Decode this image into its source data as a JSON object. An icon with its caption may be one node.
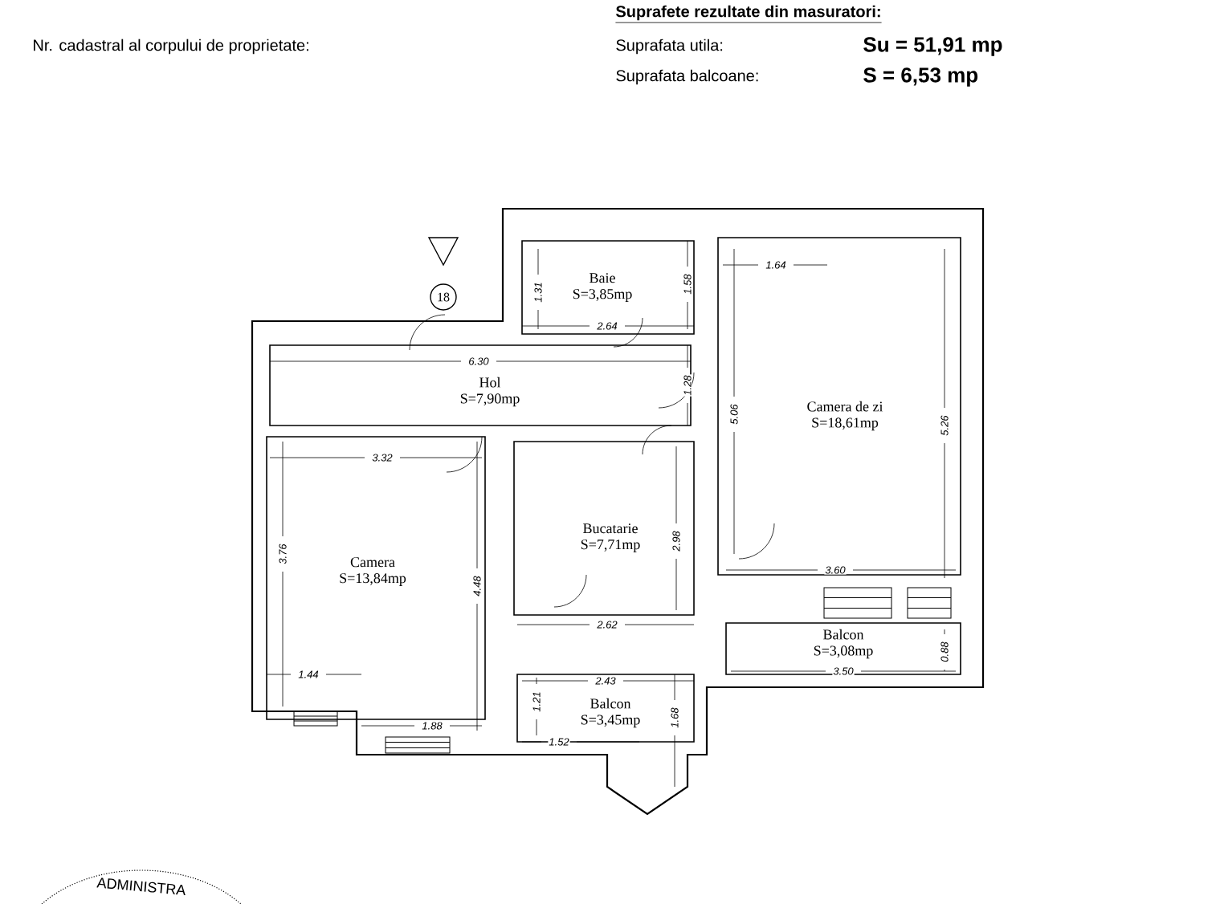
{
  "diagram": {
    "nodes": [
      {
        "text": [
          "Baie",
          "S=3,85mp"
        ]
      },
      {
        "text": [
          "Hol",
          "S=7,90mp"
        ]
      },
      {
        "text": [
          "Camera de zi",
          "S=18,61mp"
        ]
      },
      {
        "text": [
          "Camera",
          "S=13,84mp"
        ]
      },
      {
        "text": [
          "Bucatarie",
          "S=7,71mp"
        ]
      },
      {
        "text": [
          "Balcon",
          "S=3,08mp"
        ]
      },
      {
        "text": [
          "Balcon",
          "S=3,45mp"
        ]
      }
    ],
    "labels": [
      "Nr. cadastral al corpului de proprietate:",
      "Suprafete rezultate din masuratori:",
      "Suprafata utila:",
      "Su = 51,91 mp",
      "Suprafata balcoane:",
      "S = 6,53 mp",
      "18",
      "1.64",
      "1.58",
      "1.31",
      "2.64",
      "6.30",
      "1.28",
      "5.06",
      "5.26",
      "3.32",
      "2.98",
      "3.76",
      "3.60",
      "4.48",
      "2.62",
      "0.88",
      "3.50",
      "1.44",
      "2.43",
      "1.21",
      "1.68",
      "1.88",
      "1.52",
      "ADMINISTRA"
    ]
  }
}
